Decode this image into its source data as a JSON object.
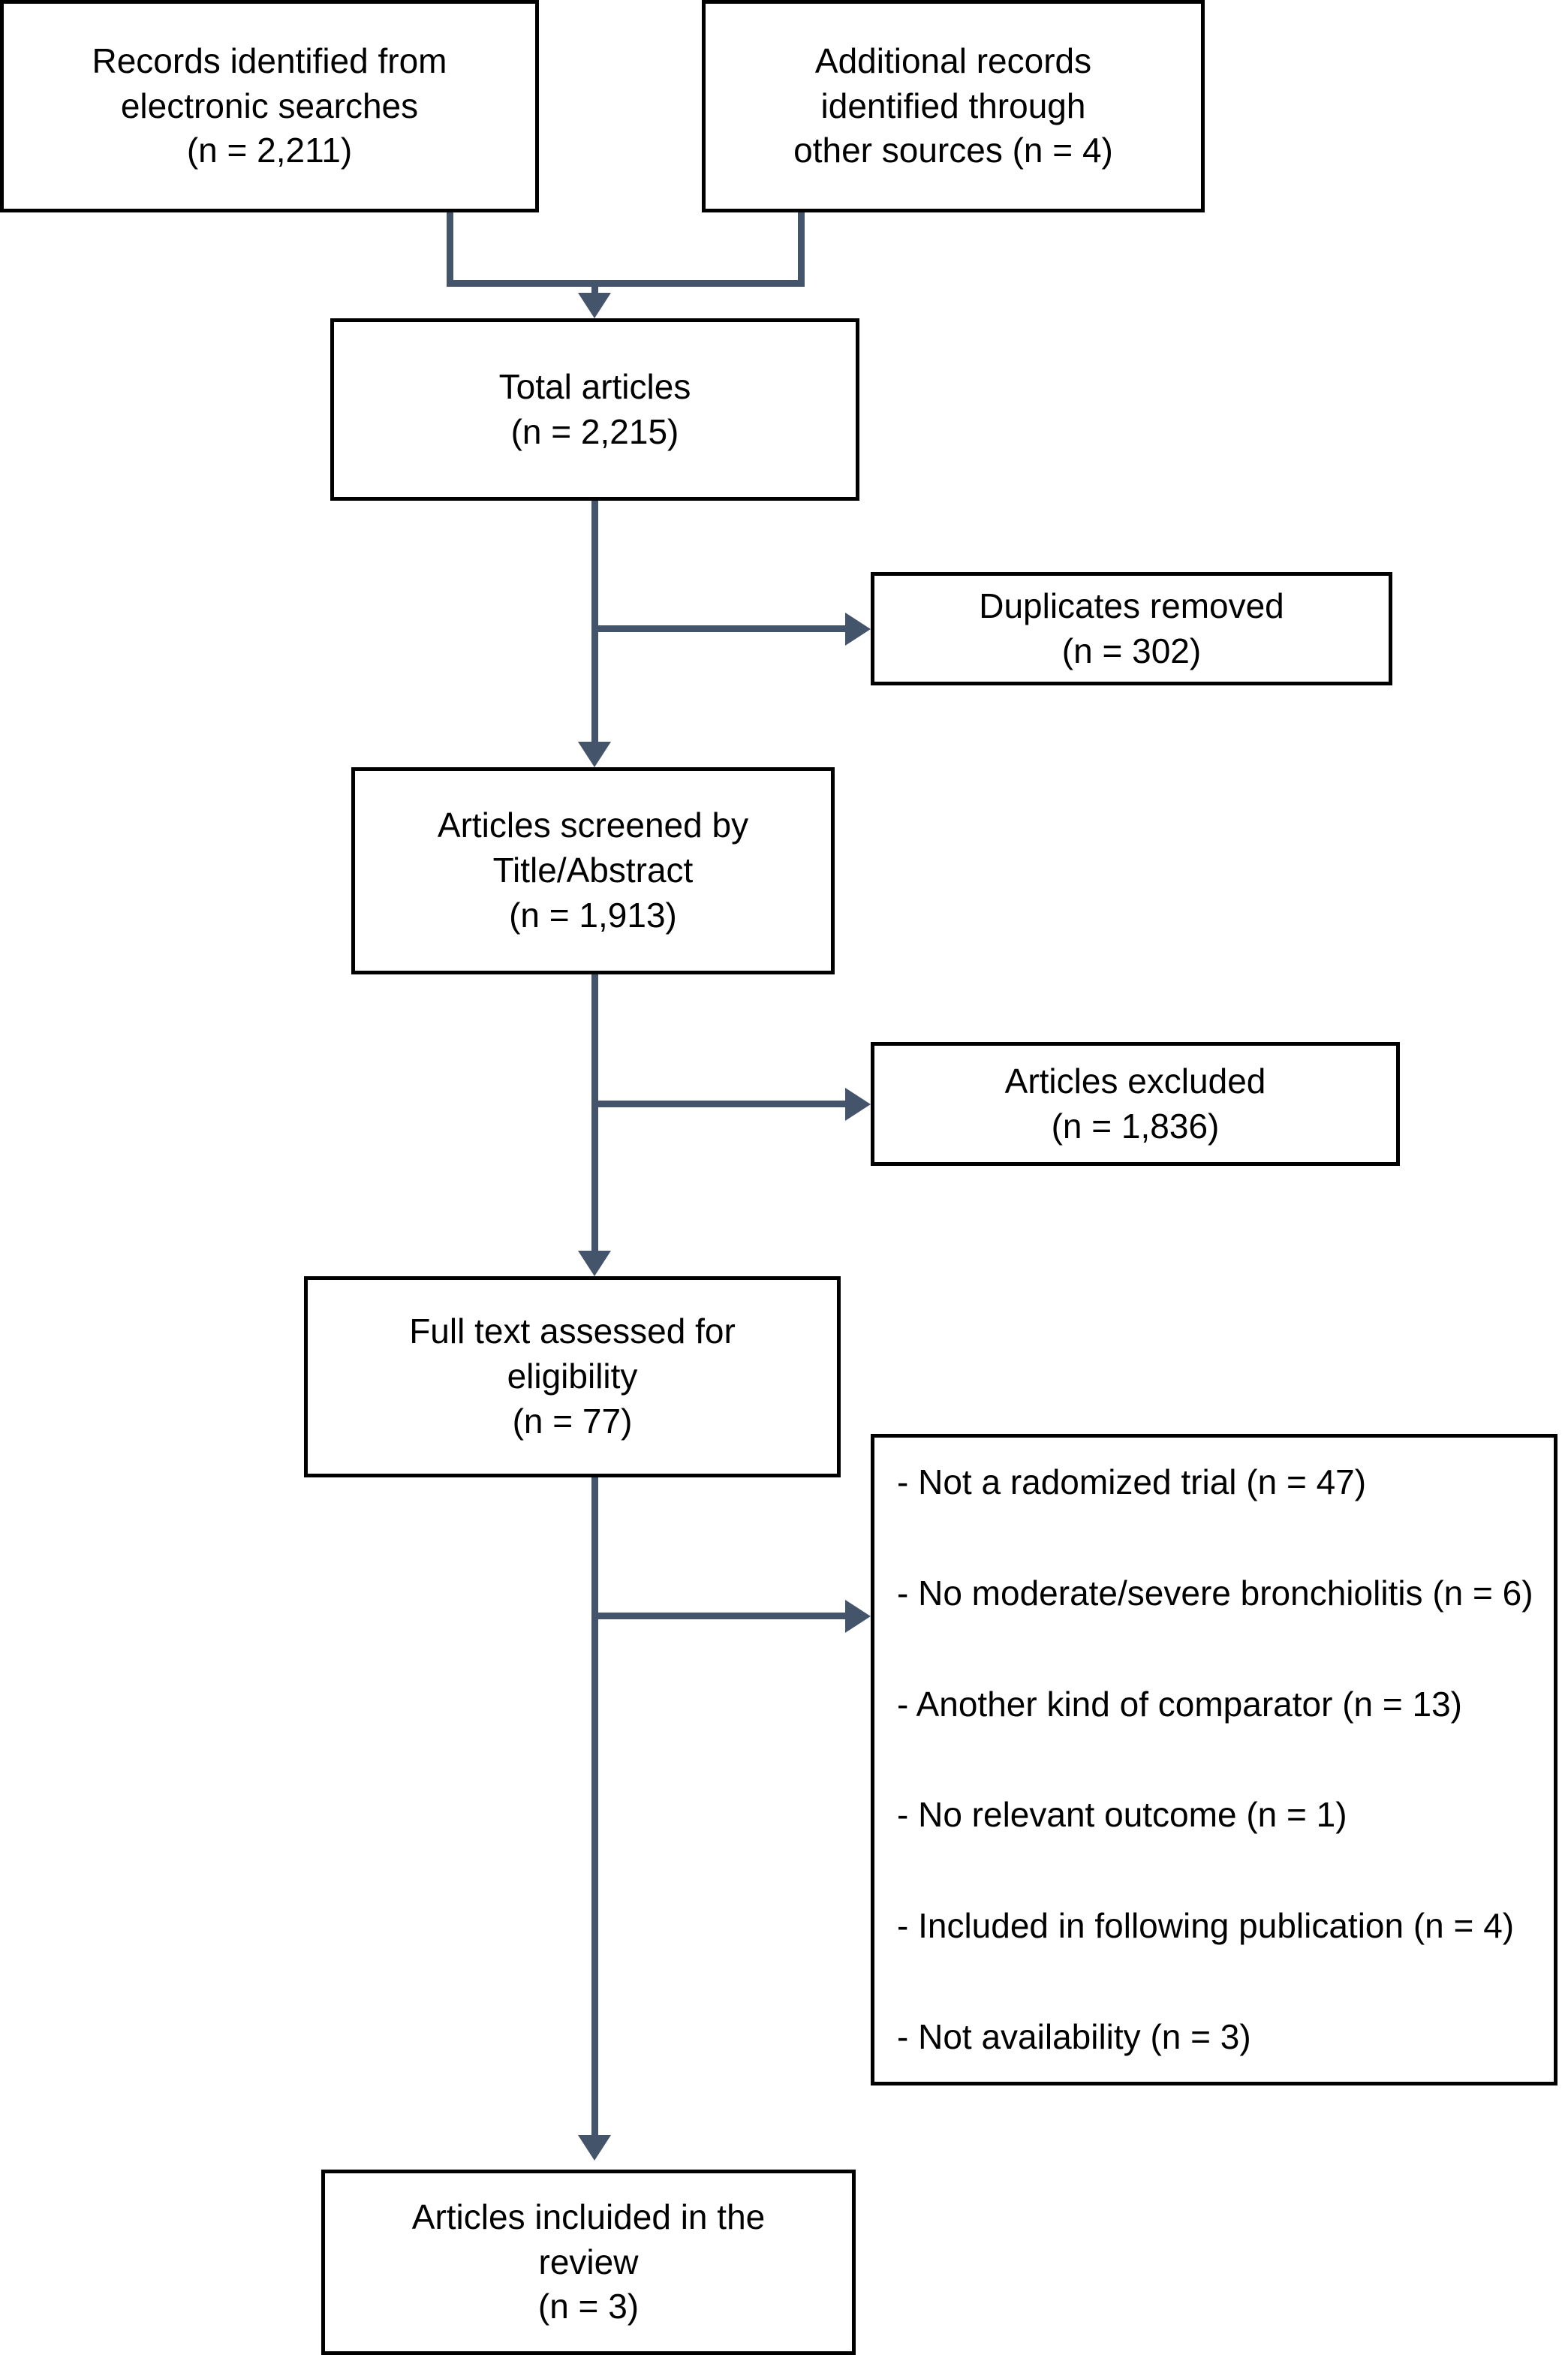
{
  "diagram": {
    "type": "prisma-flow-diagram",
    "accent_color": "#44546A",
    "box_border_color": "#000000",
    "background_color": "#FFFFFF",
    "text_color": "#000000"
  },
  "boxes": {
    "records_electronic": {
      "line1": "Records identified from",
      "line2": "electronic searches",
      "line3": "(n = 2,211)",
      "count": 2211
    },
    "records_other": {
      "line1": "Additional records",
      "line2": "identified through",
      "line3": "other sources (n = 4)",
      "count": 4
    },
    "total_articles": {
      "line1": "Total articles",
      "line2": "(n = 2,215)",
      "count": 2215
    },
    "duplicates_removed": {
      "line1": "Duplicates removed",
      "line2": "(n = 302)",
      "count": 302
    },
    "screened_title_abstract": {
      "line1": "Articles screened by",
      "line2": "Title/Abstract",
      "line3": "(n = 1,913)",
      "count": 1913
    },
    "articles_excluded": {
      "line1": "Articles excluded",
      "line2": "(n = 1,836)",
      "count": 1836
    },
    "full_text_assessed": {
      "line1": "Full text assessed for",
      "line2": "eligibility",
      "line3": "(n = 77)",
      "count": 77
    },
    "articles_included": {
      "line1": "Articles incluided in the",
      "line2": "review",
      "line3": "(n = 3)",
      "count": 3
    }
  },
  "exclusion_reasons": [
    {
      "text": "- Not a radomized trial (n = 47)",
      "count": 47
    },
    {
      "text": "- No moderate/severe bronchiolitis (n = 6)",
      "count": 6
    },
    {
      "text": "- Another kind of comparator (n = 13)",
      "count": 13
    },
    {
      "text": "- No relevant outcome (n = 1)",
      "count": 1
    },
    {
      "text": "- Included in following publication (n = 4)",
      "count": 4
    },
    {
      "text": "- Not availability (n = 3)",
      "count": 3
    }
  ]
}
